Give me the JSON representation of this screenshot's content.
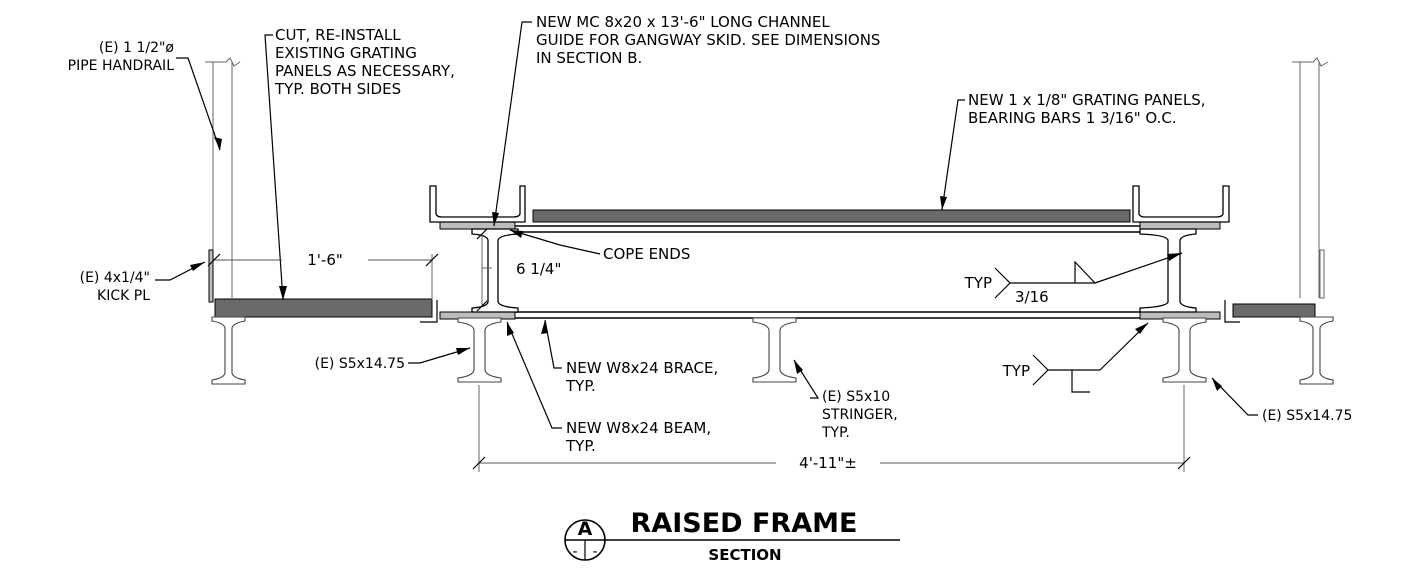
{
  "drawing": {
    "title": "RAISED FRAME",
    "subtitle": "SECTION",
    "bubble": {
      "letter": "A",
      "sheet_left": "-",
      "sheet_right": "-"
    }
  },
  "notes": {
    "pipe_handrail": [
      "(E) 1 1/2\"ø",
      "PIPE HANDRAIL"
    ],
    "cut_reinstall": [
      "CUT, RE-INSTALL",
      "EXISTING GRATING",
      "PANELS AS NECESSARY,",
      "TYP. BOTH SIDES"
    ],
    "channel_guide": [
      "NEW MC 8x20 x 13'-6\" LONG CHANNEL",
      "GUIDE FOR GANGWAY SKID. SEE DIMENSIONS",
      "IN SECTION B."
    ],
    "grating_panels": [
      "NEW 1 x 1/8\" GRATING PANELS,",
      "BEARING BARS 1 3/16\" O.C."
    ],
    "cope_ends": "COPE ENDS",
    "kick_pl": [
      "(E) 4x1/4\"",
      "KICK PL"
    ],
    "s5_left": "(E) S5x14.75",
    "s5_right": "(E) S5x14.75",
    "brace": [
      "NEW W8x24 BRACE,",
      "TYP."
    ],
    "beam": [
      "NEW W8x24 BEAM,",
      "TYP."
    ],
    "stringer": [
      "(E) S5x10",
      "STRINGER,",
      "TYP."
    ],
    "weld_typ_1": "TYP",
    "weld_size": "3/16",
    "weld_typ_2": "TYP"
  },
  "dimensions": {
    "kick_offset": "1'-6\"",
    "beam_depth": "6 1/4\"",
    "overall": "4'-11\"±"
  }
}
